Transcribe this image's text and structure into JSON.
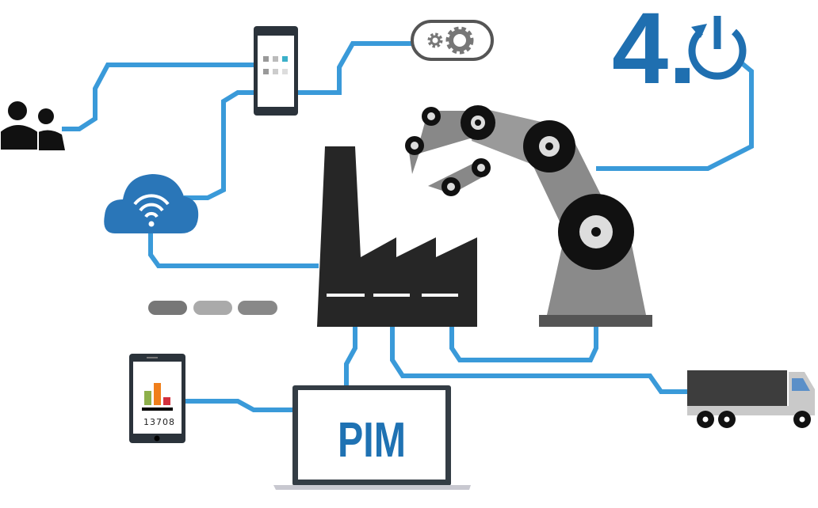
{
  "logo": {
    "text": "4.",
    "power_icon": "power-icon"
  },
  "laptop": {
    "label": "PIM"
  },
  "tablet": {
    "value": "13708",
    "bar_colors": [
      "#8db04a",
      "#f07f1b",
      "#d2303c"
    ]
  },
  "colors": {
    "wire": "#3a9ad9",
    "accent": "#1f72b3",
    "factory": "#262626",
    "robot": "#8a8a8a"
  }
}
